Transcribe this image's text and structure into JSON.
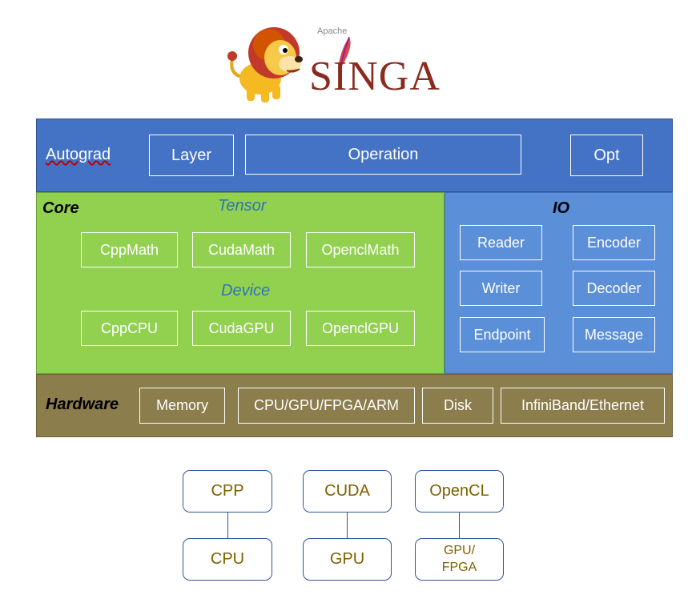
{
  "logo": {
    "apache": "Apache",
    "singa": "SINGA"
  },
  "autograd": {
    "label": "Autograd",
    "items": [
      "Layer",
      "Operation",
      "Opt"
    ]
  },
  "core": {
    "label": "Core",
    "tensor_label": "Tensor",
    "tensor_items": [
      "CppMath",
      "CudaMath",
      "OpenclMath"
    ],
    "device_label": "Device",
    "device_items": [
      "CppCPU",
      "CudaGPU",
      "OpenclGPU"
    ]
  },
  "io": {
    "label": "IO",
    "items": [
      "Reader",
      "Encoder",
      "Writer",
      "Decoder",
      "Endpoint",
      "Message"
    ]
  },
  "hardware": {
    "label": "Hardware",
    "items": [
      "Memory",
      "CPU/GPU/FPGA/ARM",
      "Disk",
      "InfiniBand/Ethernet"
    ]
  },
  "backends": {
    "top": [
      "CPP",
      "CUDA",
      "OpenCL"
    ],
    "bottom": [
      "CPU",
      "GPU",
      "GPU/\nFPGA"
    ]
  },
  "colors": {
    "autograd": "#4472c4",
    "core": "#92d050",
    "io": "#5b8fd8",
    "hardware": "#8c7d4c",
    "core_section_label": "#2e75b6",
    "backend_text": "#7f6000",
    "backend_border": "#2f5597"
  },
  "icons": {
    "mascot": "lion-mascot-icon",
    "feather": "apache-feather-icon"
  }
}
